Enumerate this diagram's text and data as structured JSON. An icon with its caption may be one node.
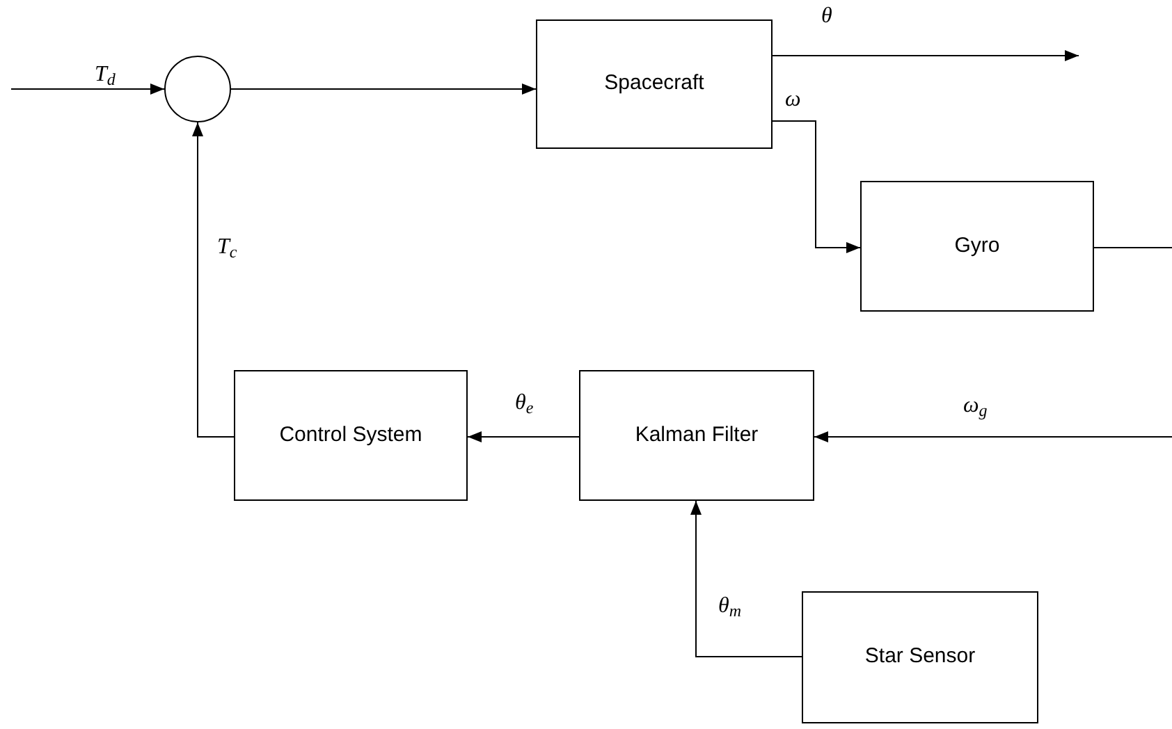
{
  "diagram": {
    "nodes": [
      {
        "text": [],
        "shape": "circle"
      },
      {
        "text": [
          "Spacecraft"
        ]
      },
      {
        "text": [
          "Gyro"
        ]
      },
      {
        "text": [
          "Control System"
        ]
      },
      {
        "text": [
          "Kalman Filter"
        ]
      },
      {
        "text": [
          "Star Sensor"
        ]
      }
    ],
    "edges": [
      {
        "from": null,
        "to": 0,
        "arrow": "to",
        "label": "T$_{d}$"
      },
      {
        "from": 0,
        "to": 1,
        "arrow": "to"
      },
      {
        "from": 1,
        "to": null,
        "arrow": "to",
        "label": "θ"
      },
      {
        "from": 1,
        "to": 2,
        "arrow": "to",
        "label": "ω"
      },
      {
        "from": 2,
        "to": null,
        "arrow": "none"
      },
      {
        "from": null,
        "to": 4,
        "arrow": "to",
        "label": "ω$_{g}$"
      },
      {
        "from": 4,
        "to": 3,
        "arrow": "to",
        "label": "θ$_{e}$"
      },
      {
        "from": 3,
        "to": 0,
        "arrow": "to",
        "label": "T$_{c}$"
      },
      {
        "from": 5,
        "to": 4,
        "arrow": "to",
        "label": "θ$_{m}$"
      }
    ]
  }
}
